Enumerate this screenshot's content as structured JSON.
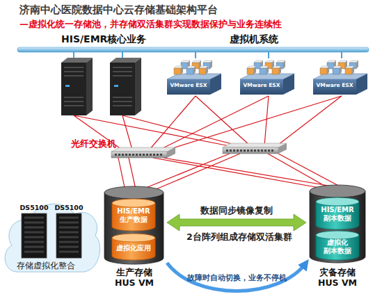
{
  "diagram": {
    "title": "济南中心医院数据中心云存储基础架构平台",
    "nodes": [
      {
        "text": [
          "VMware ESX"
        ]
      },
      {
        "text": [
          "VMware ESX"
        ]
      },
      {
        "text": [
          "VMware ESX"
        ]
      },
      {
        "text": [
          "存储虚拟化整合"
        ]
      },
      {
        "text": [
          "DS5100"
        ],
        "in": 3
      },
      {
        "text": [
          "DS5100"
        ],
        "in": 3
      },
      {
        "text": [
          "生产存储 HUS VM"
        ]
      },
      {
        "text": [
          "HIS/EMR 生产数据"
        ],
        "in": 6
      },
      {
        "text": [
          "虚拟化应用"
        ],
        "in": 6
      },
      {
        "text": [
          "灾备存储 HUS VM"
        ]
      },
      {
        "text": [
          "HIS/EMR 副本数据"
        ],
        "in": 9
      },
      {
        "text": [
          "虚拟化 副本数据"
        ],
        "in": 9
      }
    ],
    "edges": [
      {
        "from": 6,
        "to": 9,
        "arrow": "both",
        "label": "数据同步镜像复制"
      },
      {
        "from": 6,
        "to": 9,
        "arrow": "to",
        "label": "故障时自动切换，业务不停机"
      }
    ],
    "labels": [
      "—虚拟化统一存储池，并存储双活集群实现数据保护与业务连续性",
      "HIS/EMR核心业务",
      "虚拟机系统",
      "光纤交换机",
      "2台阵列组成存储双活集群"
    ]
  }
}
